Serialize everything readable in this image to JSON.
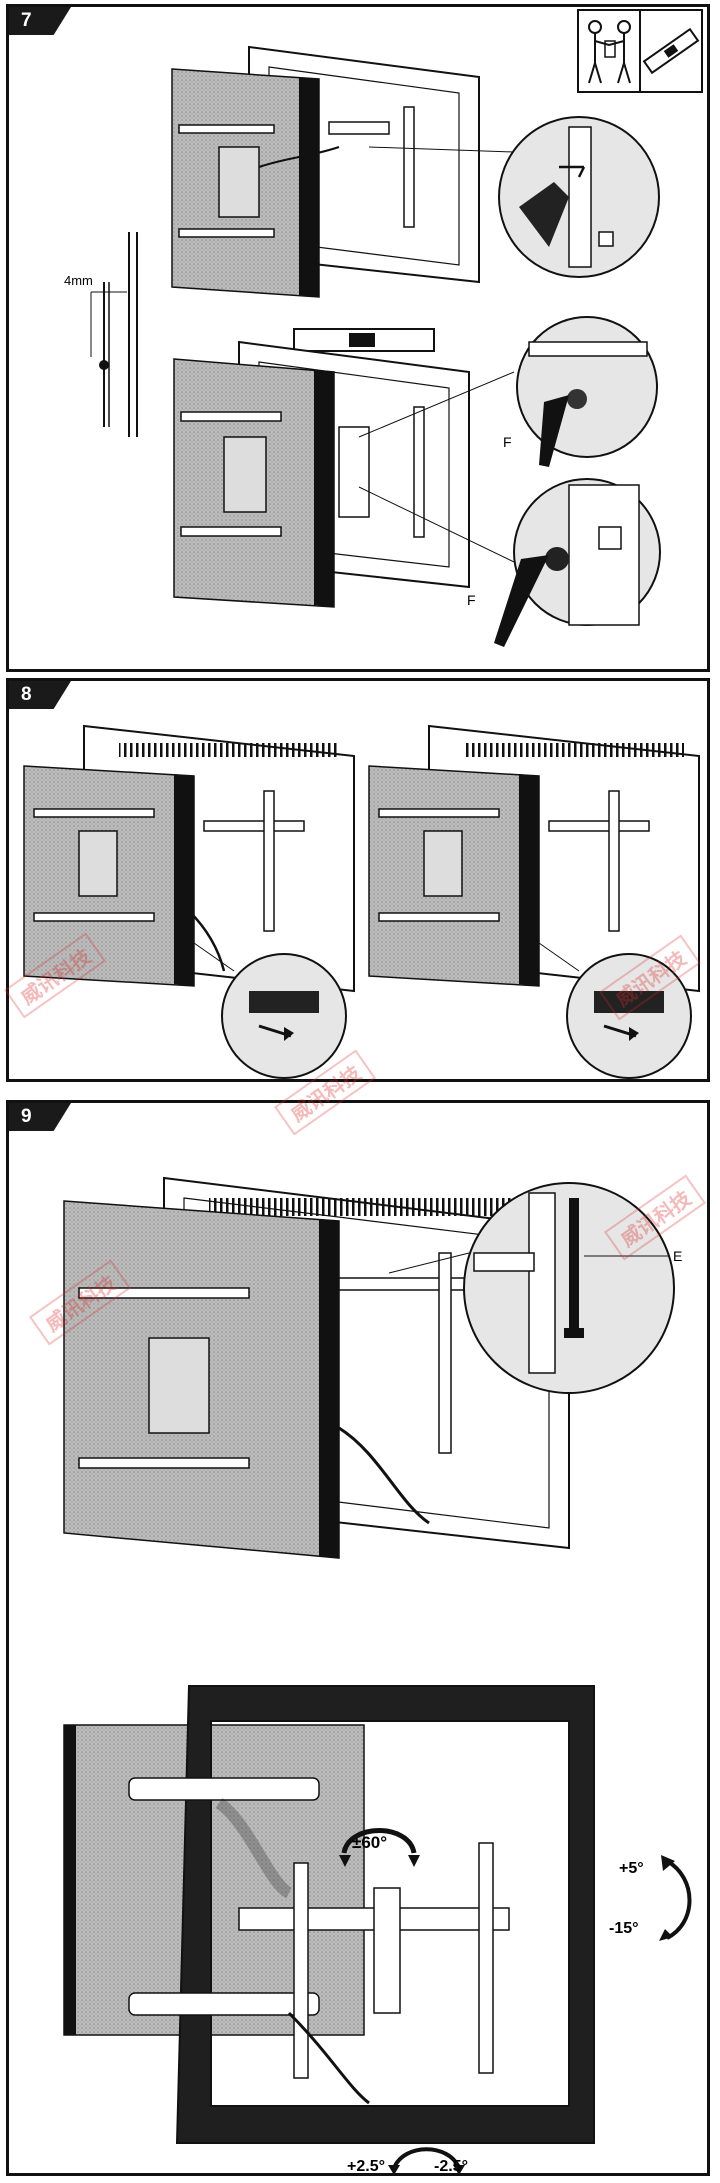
{
  "steps": [
    {
      "number": "7",
      "labels": {
        "gap": "4mm",
        "tool_top": "F",
        "tool_bottom": "F"
      }
    },
    {
      "number": "8"
    },
    {
      "number": "9",
      "labels": {
        "tool": "E",
        "swivel": "±60°",
        "tilt_up": "+5°",
        "tilt_down": "-15°",
        "level_left": "+2.5°",
        "level_right": "-2.5°"
      }
    }
  ],
  "icons": [
    "two-person-lift-icon",
    "level-tool-icon"
  ],
  "watermark": "威讯科技"
}
